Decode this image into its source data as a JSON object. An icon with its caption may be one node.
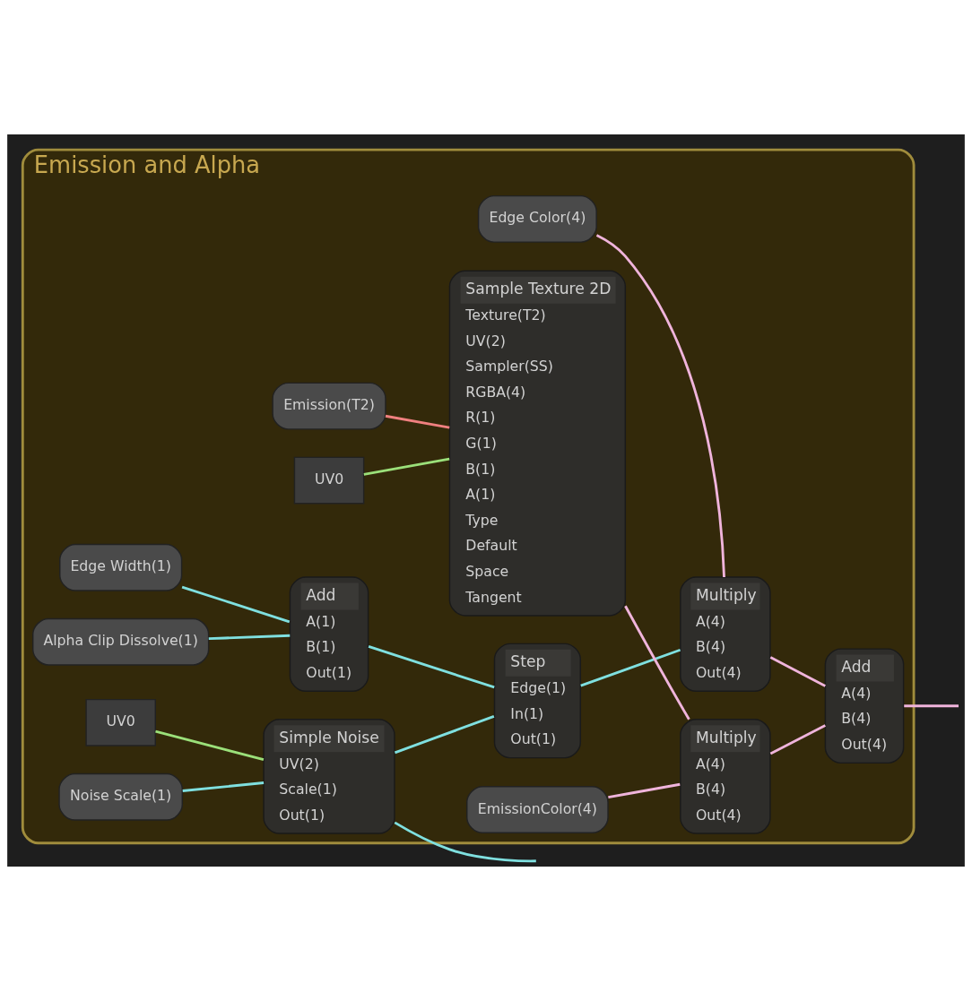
{
  "diagram": {
    "nodes": [
      {
        "text": [
          "Emission and Alpha"
        ]
      },
      {
        "text": [
          "Simple Noise",
          "UV(2)",
          "Scale(1)",
          "Out(1)"
        ],
        "in": 0
      },
      {
        "text": [
          "UV0"
        ],
        "in": 0
      },
      {
        "text": [
          "Noise Scale(1)"
        ],
        "in": 0
      },
      {
        "text": [
          "Step",
          "Edge(1)",
          "In(1)",
          "Out(1)"
        ],
        "in": 0
      },
      {
        "text": [
          "Multiply",
          "A(4)",
          "B(4)",
          "Out(4)"
        ],
        "in": 0
      },
      {
        "text": [
          "Add",
          "A(4)",
          "B(4)",
          "Out(4)"
        ],
        "in": 0
      },
      {
        "text": [
          "Edge Color(4)"
        ],
        "in": 0
      },
      {
        "text": [
          "Add",
          "A(1)",
          "B(1)",
          "Out(1)"
        ],
        "in": 0
      },
      {
        "text": [
          "Edge Width(1)"
        ],
        "in": 0
      },
      {
        "text": [
          "Alpha Clip Dissolve(1)"
        ],
        "in": 0
      },
      {
        "text": [
          "Emission(T2)"
        ],
        "in": 0
      },
      {
        "text": [
          "Sample Texture 2D",
          "Texture(T2)",
          "UV(2)",
          "Sampler(SS)",
          "RGBA(4)",
          "R(1)",
          "G(1)",
          "B(1)",
          "A(1)",
          "Type",
          "Default",
          "Space",
          "Tangent"
        ],
        "in": 0
      },
      {
        "text": [
          "UV0"
        ],
        "in": 0
      },
      {
        "text": [
          "Multiply",
          "A(4)",
          "B(4)",
          "Out(4)"
        ],
        "in": 0
      },
      {
        "text": [
          "EmissionColor(4)"
        ],
        "in": 0
      }
    ],
    "edges": [
      {
        "from": 2,
        "to": 1,
        "arrow": "none",
        "color": "#9be07a"
      },
      {
        "from": 3,
        "to": 1,
        "arrow": "none"
      },
      {
        "from": 1,
        "to": 4,
        "arrow": "none"
      },
      {
        "from": 1,
        "to": null,
        "arrow": "none"
      },
      {
        "from": 8,
        "to": 4,
        "arrow": "none"
      },
      {
        "from": 4,
        "to": 5,
        "arrow": "none"
      },
      {
        "from": 7,
        "to": 5,
        "arrow": "none",
        "color": "#f0b4dc"
      },
      {
        "from": 5,
        "to": 6,
        "arrow": "none",
        "color": "#f0b4dc"
      },
      {
        "from": 14,
        "to": 6,
        "arrow": "none",
        "color": "#f0b4dc"
      },
      {
        "from": 6,
        "to": null,
        "arrow": "none",
        "color": "#f0b4dc"
      },
      {
        "from": 9,
        "to": 8,
        "arrow": "none"
      },
      {
        "from": 10,
        "to": 8,
        "arrow": "none"
      },
      {
        "from": 11,
        "to": 12,
        "arrow": "none",
        "color": "#f08080"
      },
      {
        "from": 13,
        "to": 12,
        "arrow": "none",
        "color": "#9be07a"
      },
      {
        "from": 12,
        "to": 14,
        "arrow": "none",
        "color": "#f0b4dc"
      },
      {
        "from": 15,
        "to": 14,
        "arrow": "none",
        "color": "#f0b4dc"
      }
    ]
  }
}
